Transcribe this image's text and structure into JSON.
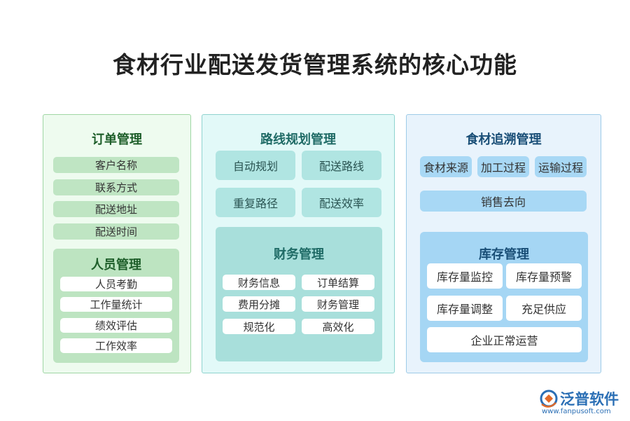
{
  "title": "食材行业配送发货管理系统的核心功能",
  "col1": {
    "heading": "订单管理",
    "items": [
      "客户名称",
      "联系方式",
      "配送地址",
      "配送时间"
    ],
    "sub_heading": "人员管理",
    "sub_items": [
      "人员考勤",
      "工作量统计",
      "绩效评估",
      "工作效率"
    ]
  },
  "col2": {
    "heading": "路线规划管理",
    "buttons": [
      "自动规划",
      "配送路线",
      "重复路径",
      "配送效率"
    ],
    "sub_heading": "财务管理",
    "sub_items": [
      "财务信息",
      "订单结算",
      "费用分摊",
      "财务管理",
      "规范化",
      "高效化"
    ]
  },
  "col3": {
    "heading": "食材追溯管理",
    "items": [
      "食材来源",
      "加工过程",
      "运输过程"
    ],
    "wide_item": "销售去向",
    "sub_heading": "库存管理",
    "sub_items": [
      "库存量监控",
      "库存量预警",
      "库存量调整",
      "充足供应"
    ],
    "sub_wide_item": "企业正常运营"
  },
  "logo": {
    "name": "泛普软件",
    "url": "www.fanpusoft.com"
  },
  "colors": {
    "green": "#bfe5c3",
    "teal": "#b0e5e2",
    "blue": "#a8d8f5",
    "heading_green": "#1e5e2a"
  }
}
